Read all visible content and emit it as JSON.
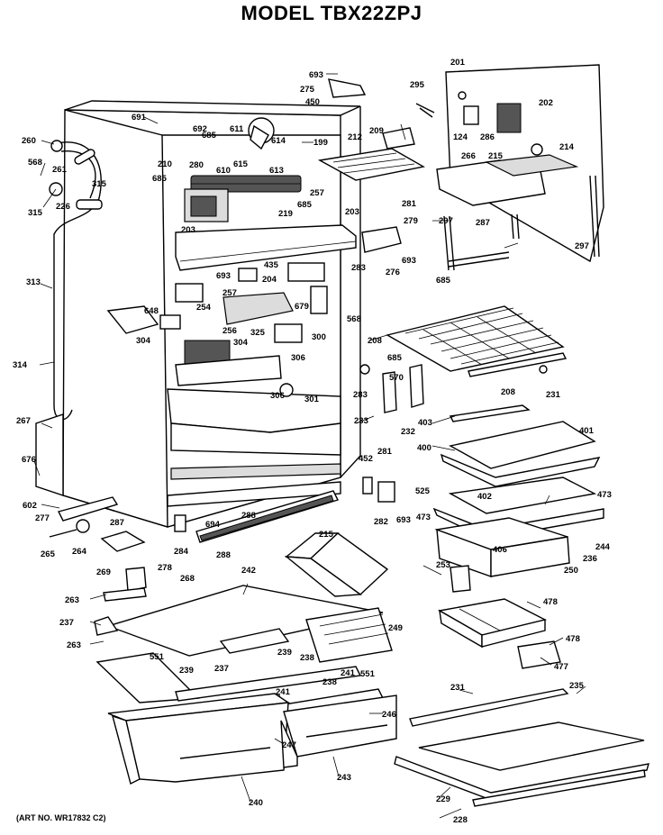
{
  "title": "MODEL TBX22ZPJ",
  "art_number": "(ART NO. WR17832 C2)",
  "part_labels": {
    "p693a": "693",
    "p275": "275",
    "p450": "450",
    "p201": "201",
    "p295": "295",
    "p691": "691",
    "p692": "692",
    "p611": "611",
    "p614": "614",
    "p199": "199",
    "p260": "260",
    "p685a": "685",
    "p610": "610",
    "p615": "615",
    "p613": "613",
    "p209": "209",
    "p212": "212",
    "p124": "124",
    "p286": "286",
    "p202": "202",
    "p214": "214",
    "p261": "261",
    "p210": "210",
    "p280": "280",
    "p568a": "568",
    "p315a": "315",
    "p315b": "315",
    "p226": "226",
    "p685b": "685",
    "p257": "257",
    "p266": "266",
    "p215a": "215",
    "p685c": "685",
    "p219": "219",
    "p281a": "281",
    "p279": "279",
    "p297a": "297",
    "p287a": "287",
    "p297b": "297",
    "p203a": "203",
    "p203b": "203",
    "p313": "313",
    "p435": "435",
    "p283": "283",
    "p276": "276",
    "p693b": "693",
    "p693c": "693",
    "p204": "204",
    "p685d": "685",
    "p254": "254",
    "p257b": "257",
    "p679": "679",
    "p648": "648",
    "p256": "256",
    "p325": "325",
    "p300": "300",
    "p568b": "568",
    "p304a": "304",
    "p304b": "304",
    "p306a": "306",
    "p208a": "208",
    "p314": "314",
    "p306b": "306",
    "p301": "301",
    "p685e": "685",
    "p570": "570",
    "p283b": "283",
    "p208b": "208",
    "p231a": "231",
    "p267": "267",
    "p233": "233",
    "p232": "232",
    "p403": "403",
    "p401": "401",
    "p676": "676",
    "p452": "452",
    "p281b": "281",
    "p400": "400",
    "p602": "602",
    "p277": "277",
    "p525": "525",
    "p402": "402",
    "p473a": "473",
    "p473b": "473",
    "p694": "694",
    "p288a": "288",
    "p287b": "287",
    "p282": "282",
    "p693d": "693",
    "p215b": "215",
    "p265": "265",
    "p264": "264",
    "p284": "284",
    "p288b": "288",
    "p406": "406",
    "p244": "244",
    "p236a": "236",
    "p269": "269",
    "p278": "278",
    "p242": "242",
    "p268": "268",
    "p253": "253",
    "p250": "250",
    "p263a": "263",
    "p478a": "478",
    "p237a": "237",
    "p249": "249",
    "p263b": "263",
    "p239a": "239",
    "p551a": "551",
    "p238a": "238",
    "p478b": "478",
    "p477": "477",
    "p239b": "239",
    "p237b": "237",
    "p238b": "238",
    "p241a": "241",
    "p551b": "551",
    "p241b": "241",
    "p231b": "231",
    "p235": "235",
    "p246": "246",
    "p247": "247",
    "p243": "243",
    "p240": "240",
    "p229": "229",
    "p228": "228"
  }
}
